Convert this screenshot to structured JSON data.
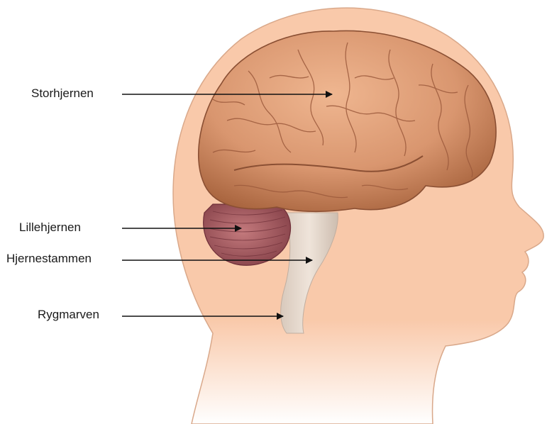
{
  "labels": {
    "cerebrum": "Storhjernen",
    "cerebellum": "Lillehjernen",
    "brainstem": "Hjernestammen",
    "spinal_cord": "Rygmarven"
  },
  "colors": {
    "skin": "#f9c9aa",
    "skin_outline": "#d9a88a",
    "brain": "#d9966f",
    "brain_dark": "#9c5a3c",
    "cerebellum": "#a0545a",
    "stem": "#e5d8cc",
    "arrow": "#111111"
  }
}
